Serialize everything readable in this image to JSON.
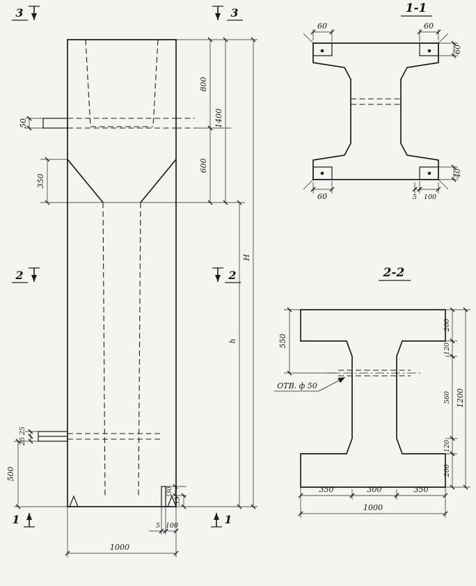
{
  "page": {
    "background": "#f5f4f0",
    "ink": "#1d1d1d"
  },
  "elevation": {
    "markers": {
      "m3l": "3",
      "m3r": "3",
      "m2l": "2",
      "m2r": "2",
      "m1l": "1",
      "m1r": "1"
    },
    "dims": {
      "d50": "50",
      "d350": "350",
      "d800": "800",
      "d1400": "1400",
      "d600": "600",
      "dH": "H",
      "dh": "h",
      "d25a": "25",
      "d25b": "25",
      "d500": "500",
      "d30": "30",
      "d35": "35",
      "d5": "5",
      "d100": "100",
      "d1000": "1000"
    }
  },
  "section11": {
    "title": "1-1",
    "dims": {
      "d60tl": "60",
      "d60tr": "60",
      "d60r": "60",
      "d60bl": "60",
      "d5": "5",
      "d100": "100",
      "d40": "40"
    }
  },
  "section22": {
    "title": "2-2",
    "hole_label": "ОТВ. ф 50",
    "dims": {
      "d550": "550",
      "d200t": "200",
      "d120t": "120",
      "d560": "560",
      "d120b": "120",
      "d200b": "200",
      "d1200": "1200",
      "d350l": "350",
      "d300": "300",
      "d350r": "350",
      "d1000": "1000"
    }
  }
}
